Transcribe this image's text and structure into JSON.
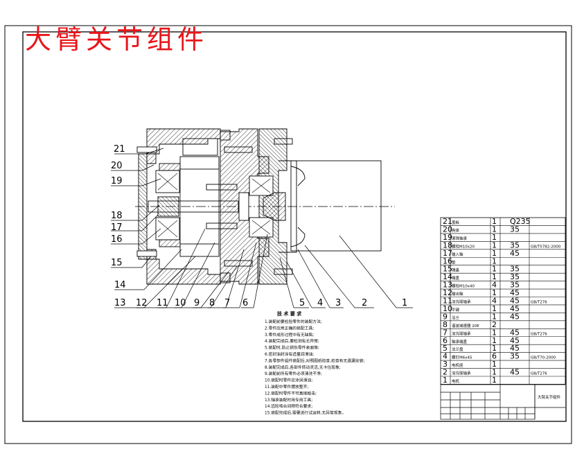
{
  "title": "大臂关节组件",
  "callouts": [
    "1",
    "2",
    "3",
    "4",
    "5",
    "6",
    "7",
    "8",
    "9",
    "10",
    "11",
    "12",
    "13",
    "14",
    "15",
    "16",
    "17",
    "18",
    "19",
    "20",
    "21"
  ],
  "notes": {
    "heading": "技 术 要 求",
    "lines": [
      "1.装配前要检验零件的装配方法;",
      "2.零件应用正确的装配工具;",
      "3.零件成形过程中有无缺陷;",
      "4.装配完成后,要检测有无异常;",
      "5.装配时,防止损伤零件表面等;",
      "6.密封油封涂有适量润滑油;",
      "7.各零部件组件装配后,对照图纸检查,检查有无遗漏安装;",
      "8.装配完成后,各部件转动灵活,无卡住现象;",
      "9.装配前所有零件必须清洗干净;",
      "10.装配时零件应涂润滑油;",
      "11.装配中零件摆放整齐;",
      "12.装配时零件不可直接敲击;",
      "13.轴承装配时用专用工具;",
      "14.齿轮啮合间隙符合要求;",
      "15.装配完成后,需要进行试运转,无异常现象。"
    ]
  },
  "bom": [
    {
      "no": "21",
      "name": "盖板",
      "qty": "1",
      "mat": "Q235",
      "note": ""
    },
    {
      "no": "20",
      "name": "壳体",
      "qty": "1",
      "mat": "35",
      "note": ""
    },
    {
      "no": "19",
      "name": "滚珠轴承",
      "qty": "1",
      "mat": "",
      "note": ""
    },
    {
      "no": "18",
      "name": "螺栓M10x20",
      "qty": "1",
      "mat": "35",
      "note": "GB/T5782-2000"
    },
    {
      "no": "17",
      "name": "输入轴",
      "qty": "1",
      "mat": "45",
      "note": ""
    },
    {
      "no": "16",
      "name": "垫",
      "qty": "1",
      "mat": "",
      "note": ""
    },
    {
      "no": "15",
      "name": "端盖",
      "qty": "1",
      "mat": "35",
      "note": ""
    },
    {
      "no": "14",
      "name": "端盖",
      "qty": "1",
      "mat": "35",
      "note": ""
    },
    {
      "no": "13",
      "name": "螺栓M10x40",
      "qty": "4",
      "mat": "35",
      "note": ""
    },
    {
      "no": "12",
      "name": "输出轴",
      "qty": "1",
      "mat": "45",
      "note": ""
    },
    {
      "no": "11",
      "name": "深沟球轴承",
      "qty": "4",
      "mat": "45",
      "note": "GB/T276"
    },
    {
      "no": "10",
      "name": "平键",
      "qty": "1",
      "mat": "45",
      "note": ""
    },
    {
      "no": "9",
      "name": "法兰",
      "qty": "1",
      "mat": "45",
      "note": ""
    },
    {
      "no": "8",
      "name": "谐波减速器 20E",
      "qty": "2",
      "mat": "",
      "note": ""
    },
    {
      "no": "7",
      "name": "深沟球轴承",
      "qty": "1",
      "mat": "45",
      "note": "GB/T276"
    },
    {
      "no": "6",
      "name": "轴承端盖",
      "qty": "1",
      "mat": "45",
      "note": ""
    },
    {
      "no": "5",
      "name": "法兰盘",
      "qty": "1",
      "mat": "45",
      "note": ""
    },
    {
      "no": "4",
      "name": "螺钉M6x45",
      "qty": "6",
      "mat": "35",
      "note": "GB/T70-2000"
    },
    {
      "no": "3",
      "name": "电机座",
      "qty": "1",
      "mat": "",
      "note": ""
    },
    {
      "no": "2",
      "name": "深沟球轴承",
      "qty": "1",
      "mat": "45",
      "note": "GB/T276"
    },
    {
      "no": "1",
      "name": "电机",
      "qty": "1",
      "mat": "",
      "note": ""
    }
  ],
  "titleblock": {
    "name": "大臂关节组件"
  }
}
